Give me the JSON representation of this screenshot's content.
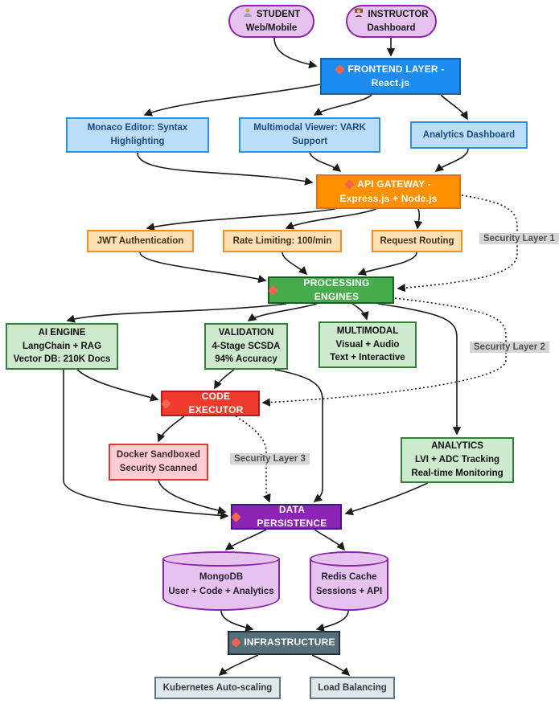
{
  "diagram": {
    "title": "System architecture flowchart",
    "palette": {
      "frontend_blue": "#1d8cf0",
      "light_blue": "#bbdefb",
      "gateway_orange": "#ff9100",
      "light_orange": "#ffe0b2",
      "engine_green": "#47ad4c",
      "light_green": "#cde9ce",
      "executor_red": "#ef3b2d",
      "sandbox_pink": "#ffcdd2",
      "persistence_purple": "#8e24b5",
      "db_purple": "#e6c3ee",
      "infra_slate": "#546e7a",
      "infra_gray": "#e2e7ea",
      "edge_black": "#1b1b1b",
      "label_gray": "#d5d5d5",
      "diamond_orange": "#f4654e"
    },
    "nodes": {
      "student": {
        "lines": [
          "STUDENT",
          "Web/Mobile"
        ],
        "icon": "student-icon"
      },
      "instructor": {
        "lines": [
          "INSTRUCTOR",
          "Dashboard"
        ],
        "icon": "instructor-icon"
      },
      "frontend": {
        "lines": [
          "FRONTEND LAYER -",
          "React.js"
        ],
        "icon": "diamond-icon"
      },
      "monaco": {
        "lines": [
          "Monaco Editor: Syntax",
          "Highlighting"
        ]
      },
      "viewer": {
        "lines": [
          "Multimodal Viewer: VARK",
          "Support"
        ]
      },
      "analytics_dashboard": {
        "lines": [
          "Analytics Dashboard"
        ]
      },
      "api_gateway": {
        "lines": [
          "API GATEWAY -",
          "Express.js + Node.js"
        ],
        "icon": "diamond-icon"
      },
      "jwt": {
        "lines": [
          "JWT Authentication"
        ]
      },
      "rate_limit": {
        "lines": [
          "Rate Limiting: 100/min"
        ]
      },
      "request_routing": {
        "lines": [
          "Request Routing"
        ]
      },
      "processing_engines": {
        "lines": [
          "PROCESSING ENGINES"
        ],
        "icon": "diamond-icon"
      },
      "ai_engine": {
        "lines": [
          "AI ENGINE",
          "LangChain + RAG",
          "Vector DB: 210K Docs"
        ]
      },
      "validation": {
        "lines": [
          "VALIDATION",
          "4-Stage SCSDA",
          "94% Accuracy"
        ]
      },
      "multimodal": {
        "lines": [
          "MULTIMODAL",
          "Visual + Audio",
          "Text + Interactive"
        ]
      },
      "code_executor": {
        "lines": [
          "CODE EXECUTOR"
        ],
        "icon": "diamond-icon"
      },
      "docker": {
        "lines": [
          "Docker Sandboxed",
          "Security Scanned"
        ]
      },
      "analytics": {
        "lines": [
          "ANALYTICS",
          "LVI + ADC Tracking",
          "Real-time Monitoring"
        ]
      },
      "data_persistence": {
        "lines": [
          "DATA PERSISTENCE"
        ],
        "icon": "diamond-icon"
      },
      "mongodb": {
        "lines": [
          "MongoDB",
          "User + Code + Analytics"
        ]
      },
      "redis": {
        "lines": [
          "Redis Cache",
          "Sessions + API"
        ]
      },
      "infrastructure": {
        "lines": [
          "INFRASTRUCTURE"
        ],
        "icon": "diamond-icon"
      },
      "kubernetes": {
        "lines": [
          "Kubernetes Auto-scaling"
        ]
      },
      "load_balancing": {
        "lines": [
          "Load Balancing"
        ]
      }
    },
    "edge_labels": {
      "security_layer_1": "Security Layer 1",
      "security_layer_2": "Security Layer 2",
      "security_layer_3": "Security Layer 3"
    }
  }
}
